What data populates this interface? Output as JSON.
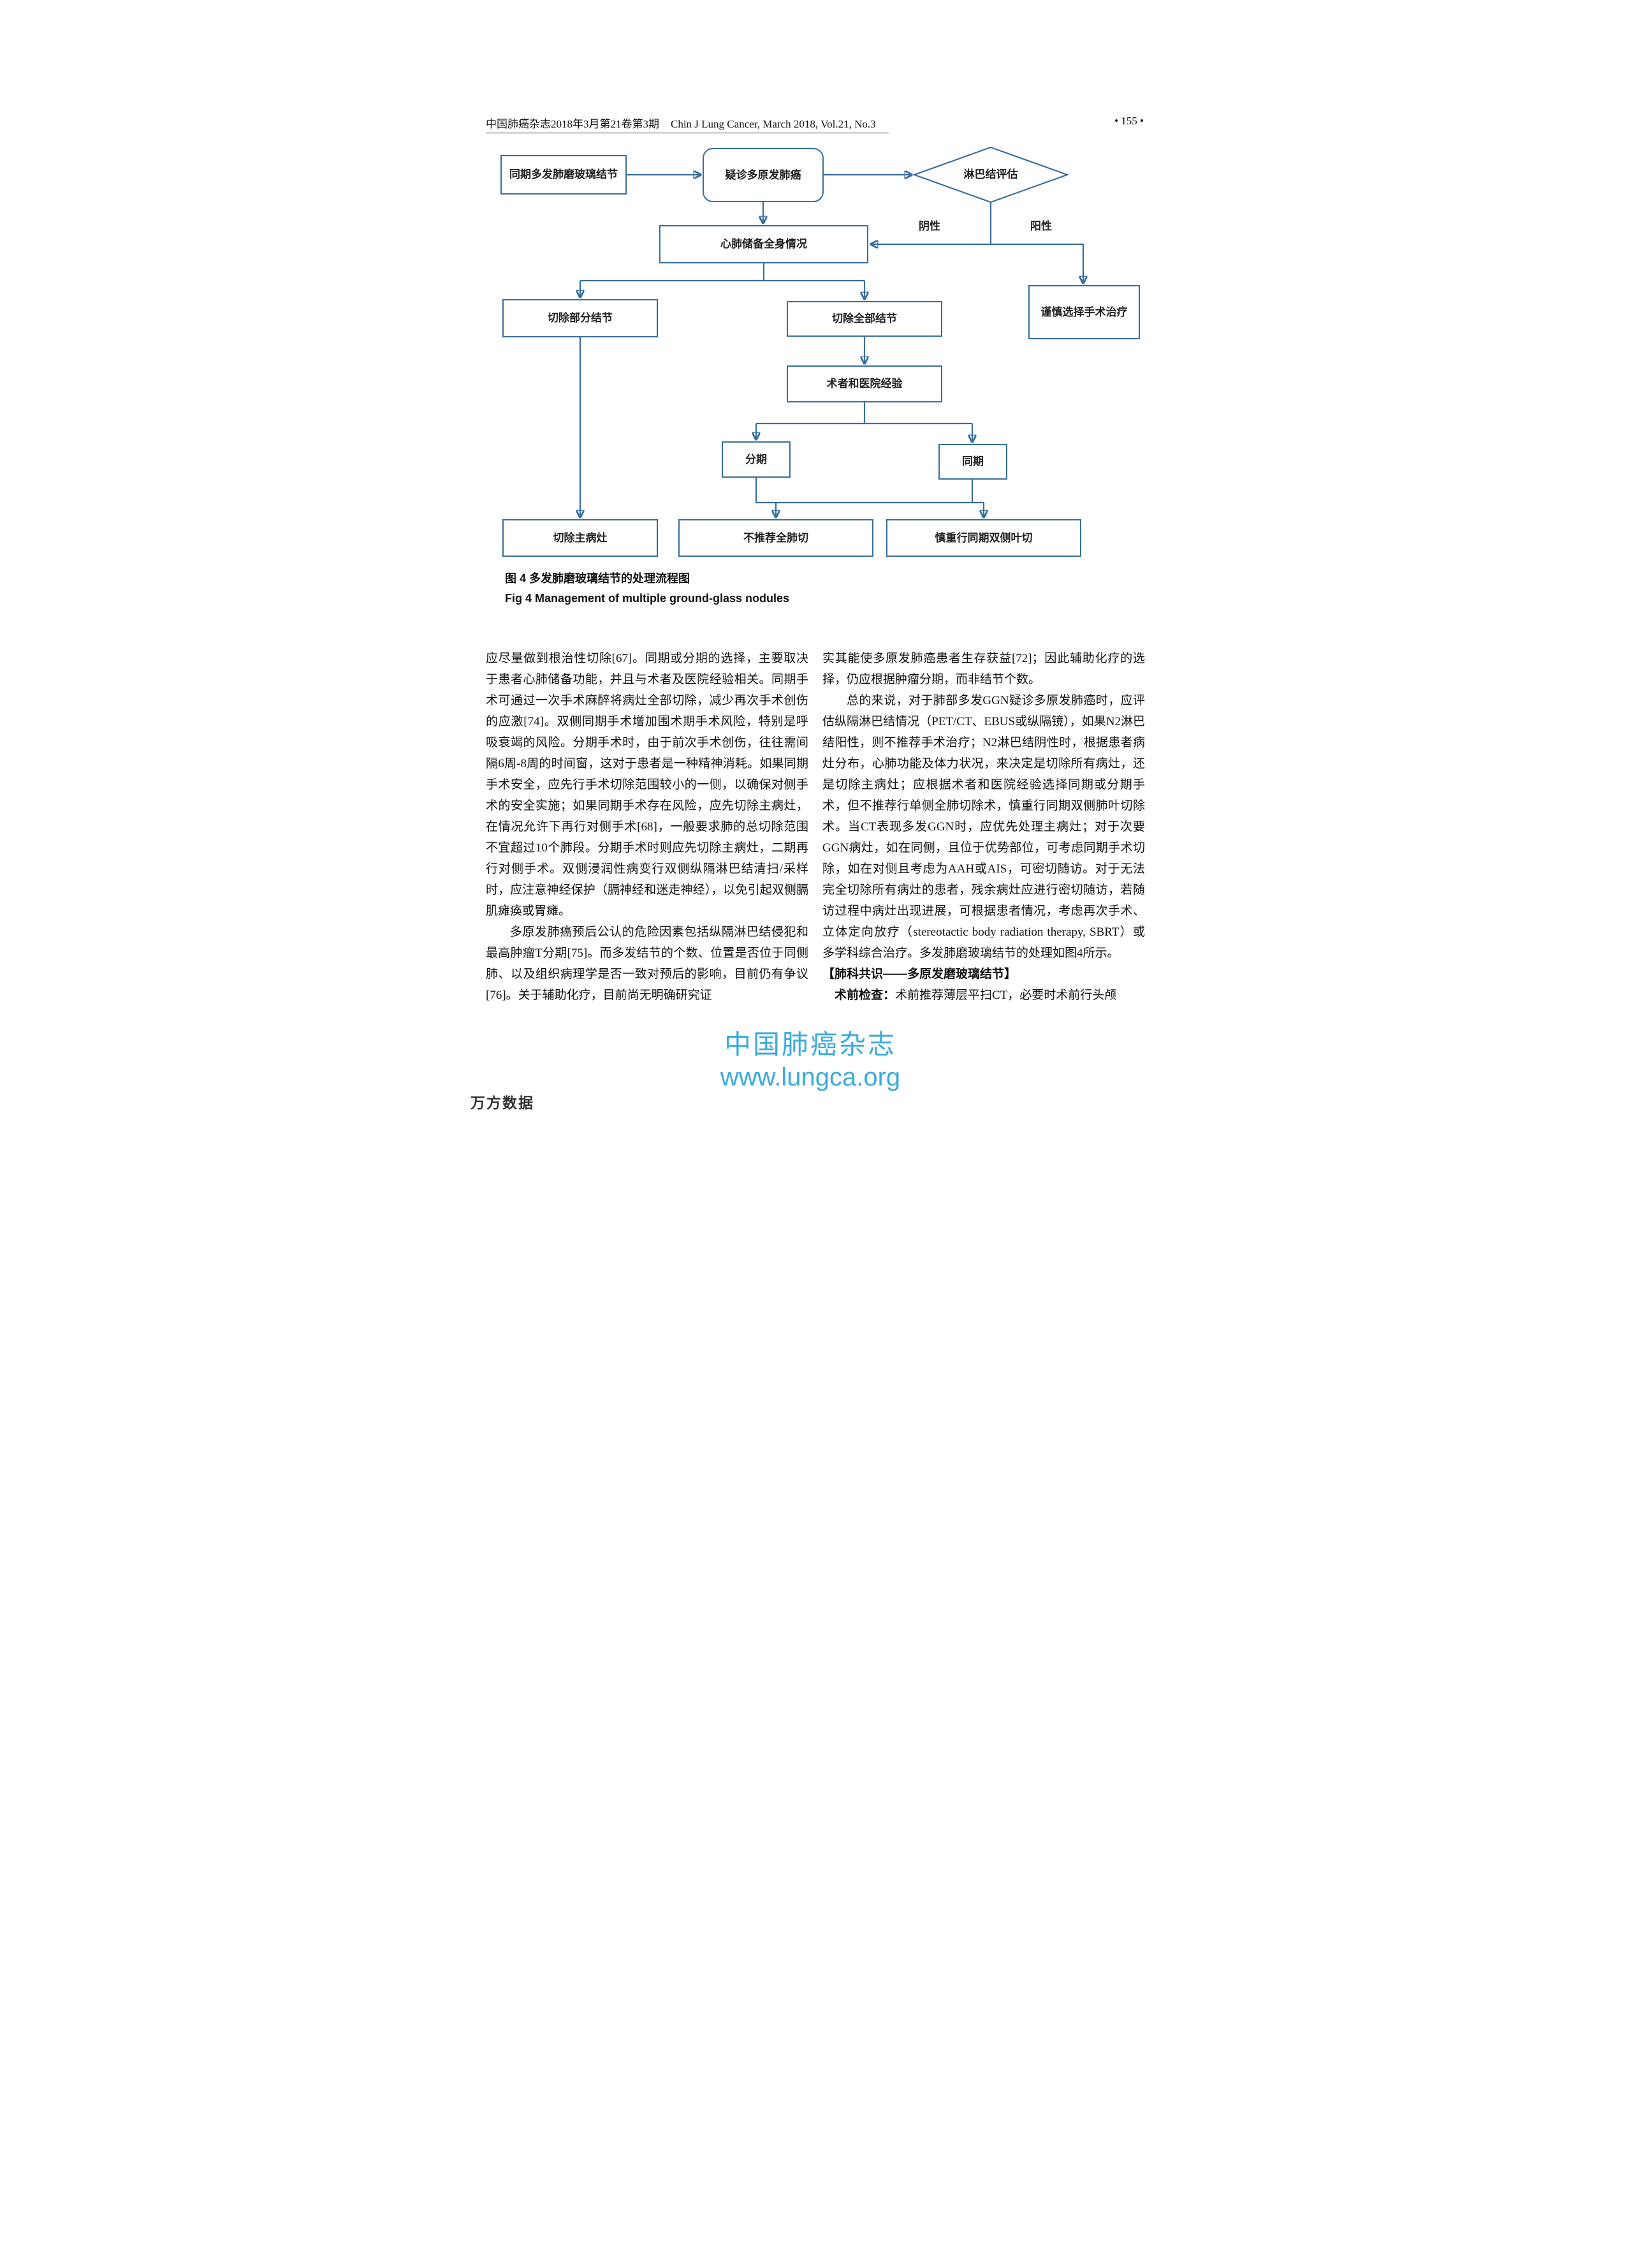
{
  "header": {
    "journal_cn": "中国肺癌杂志2018年3月第21卷第3期",
    "journal_en": "Chin J Lung Cancer, March 2018, Vol.21, No.3",
    "page_number": "• 155 •"
  },
  "flowchart": {
    "nodes": {
      "multifocal_ggn": "同期多发肺磨玻璃结节",
      "suspected_mplc": "疑诊多原发肺癌",
      "lymph_assessment": "淋巴结评估",
      "cardiopulmonary": "心肺储备全身情况",
      "cautious_surgery": "谨慎选择手术治疗",
      "resect_partial": "切除部分结节",
      "resect_all": "切除全部结节",
      "experience": "术者和医院经验",
      "staged": "分期",
      "simultaneous": "同期",
      "resect_main": "切除主病灶",
      "no_pneumonectomy": "不推荐全肺切",
      "cautious_bilateral": "慎重行同期双侧叶切"
    },
    "edge_labels": {
      "negative": "阴性",
      "positive": "阳性"
    }
  },
  "figure": {
    "caption_cn": "图 4  多发肺磨玻璃结节的处理流程图",
    "caption_en": "Fig 4  Management of multiple ground-glass nodules"
  },
  "body": {
    "left_col": [
      "应尽量做到根治性切除[67]。同期或分期的选择，主要取决于患者心肺储备功能，并且与术者及医院经验相关。同期手术可通过一次手术麻醉将病灶全部切除，减少再次手术创伤的应激[74]。双侧同期手术增加围术期手术风险，特别是呼吸衰竭的风险。分期手术时，由于前次手术创伤，往往需间隔6周-8周的时间窗，这对于患者是一种精神消耗。如果同期手术安全，应先行手术切除范围较小的一侧，以确保对侧手术的安全实施；如果同期手术存在风险，应先切除主病灶，在情况允许下再行对侧手术[68]，一般要求肺的总切除范围不宜超过10个肺段。分期手术时则应先切除主病灶，二期再行对侧手术。双侧浸润性病变行双侧纵隔淋巴结清扫/采样时，应注意神经保护（膈神经和迷走神经），以免引起双侧膈肌瘫痪或胃瘫。",
      "多原发肺癌预后公认的危险因素包括纵隔淋巴结侵犯和最高肿瘤T分期[75]。而多发结节的个数、位置是否位于同侧肺、以及组织病理学是否一致对预后的影响，目前仍有争议[76]。关于辅助化疗，目前尚无明确研究证"
    ],
    "right_col": [
      "实其能使多原发肺癌患者生存获益[72]；因此辅助化疗的选择，仍应根据肿瘤分期，而非结节个数。",
      "总的来说，对于肺部多发GGN疑诊多原发肺癌时，应评估纵隔淋巴结情况（PET/CT、EBUS或纵隔镜），如果N2淋巴结阳性，则不推荐手术治疗；N2淋巴结阴性时，根据患者病灶分布，心肺功能及体力状况，来决定是切除所有病灶，还是切除主病灶；应根据术者和医院经验选择同期或分期手术，但不推荐行单侧全肺切除术，慎重行同期双侧肺叶切除术。当CT表现多发GGN时，应优先处理主病灶；对于次要GGN病灶，如在同侧，且位于优势部位，可考虑同期手术切除，如在对侧且考虑为AAH或AIS，可密切随访。对于无法完全切除所有病灶的患者，残余病灶应进行密切随访，若随访过程中病灶出现进展，可根据患者情况，考虑再次手术、立体定向放疗（stereotactic body radiation therapy, SBRT）或多学科综合治疗。多发肺磨玻璃结节的处理如图4所示。"
    ],
    "consensus_heading": "【肺科共识——多原发磨玻璃结节】",
    "preop_lead": "术前检查：",
    "preop_text": "术前推荐薄层平扫CT，必要时术前行头颅"
  },
  "watermark": {
    "line1": "中国肺癌杂志",
    "line2": "www.lungca.org"
  },
  "footer": {
    "brand": "万方数据"
  }
}
